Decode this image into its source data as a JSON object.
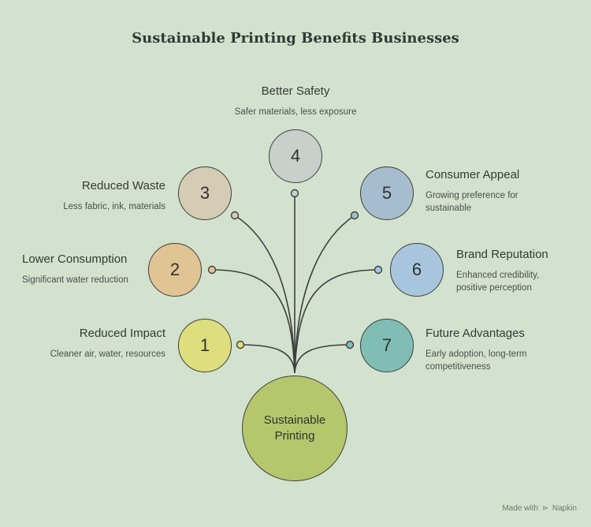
{
  "title": "Sustainable Printing Benefits Businesses",
  "root": {
    "label": "Sustainable Printing"
  },
  "colors": {
    "background": "#d3e2cf",
    "root": "#b6c66c",
    "n1": "#dede7e",
    "n2": "#e1c494",
    "n3": "#d5ccb6",
    "n4": "#c9d0cb",
    "n5": "#a6bdd0",
    "n6": "#a7c6de",
    "n7": "#7fbdb5"
  },
  "nodes": [
    {
      "number": "1",
      "title": "Reduced Impact",
      "description": "Cleaner air, water, resources"
    },
    {
      "number": "2",
      "title": "Lower Consumption",
      "description": "Significant water reduction"
    },
    {
      "number": "3",
      "title": "Reduced Waste",
      "description": "Less fabric, ink, materials"
    },
    {
      "number": "4",
      "title": "Better Safety",
      "description": "Safer materials, less exposure"
    },
    {
      "number": "5",
      "title": "Consumer Appeal",
      "description_lines": [
        "Growing preference for",
        "sustainable"
      ]
    },
    {
      "number": "6",
      "title": "Brand Reputation",
      "description_lines": [
        "Enhanced credibility,",
        "positive perception"
      ]
    },
    {
      "number": "7",
      "title": "Future Advantages",
      "description_lines": [
        "Early adoption, long-term",
        "competitiveness"
      ]
    }
  ],
  "footer": {
    "made_with": "Made with",
    "brand": "Napkin"
  }
}
